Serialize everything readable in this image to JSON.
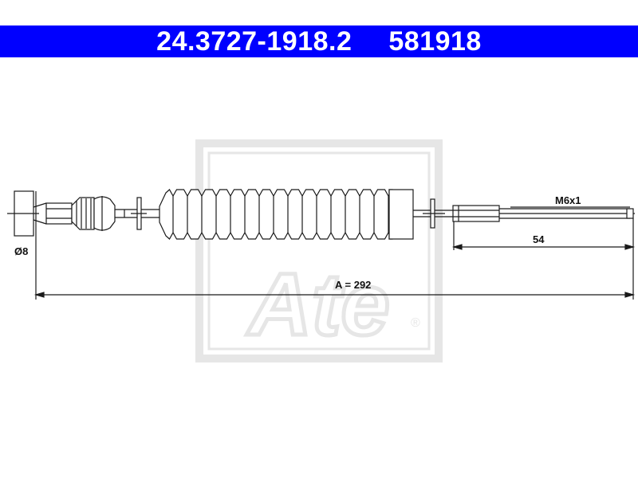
{
  "header": {
    "part_number": "24.3727-1918.2",
    "ref_number": "581918",
    "background_color": "#0000ff",
    "text_color": "#ffffff"
  },
  "watermark": {
    "brand": "Ate",
    "registered_mark": "®",
    "color": "#e6e6e6"
  },
  "dimensions": {
    "diameter_label": "Ø8",
    "thread_label": "M6x1",
    "thread_length_label": "54",
    "total_length_label": "A = 292"
  },
  "colors": {
    "line": "#1a1a1a",
    "background": "#ffffff"
  }
}
